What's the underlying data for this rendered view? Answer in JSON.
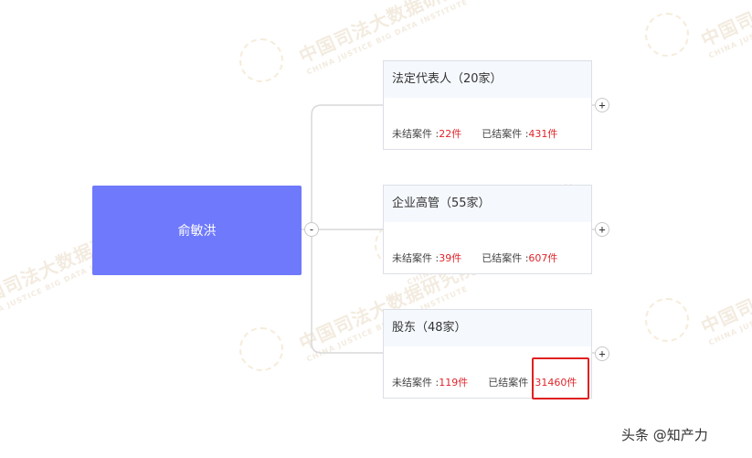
{
  "root": {
    "name": "俞敏洪",
    "toggle": "-"
  },
  "branches": [
    {
      "title": "法定代表人（20家）",
      "open_label": "未结案件 :",
      "open_value": "22件",
      "closed_label": "已结案件 :",
      "closed_value": "431件",
      "toggle": "+"
    },
    {
      "title": "企业高管（55家）",
      "open_label": "未结案件 :",
      "open_value": "39件",
      "closed_label": "已结案件 :",
      "closed_value": "607件",
      "toggle": "+"
    },
    {
      "title": "股东（48家）",
      "open_label": "未结案件 :",
      "open_value": "119件",
      "closed_label": "已结案件 :",
      "closed_value": "31460件",
      "toggle": "+"
    }
  ],
  "watermark": {
    "cn": "中国司法大数据研究院",
    "en": "CHINA JUSTICE BIG DATA INSTITUTE"
  },
  "credit": "头条 @知产力",
  "colors": {
    "root_bg": "#6f79fb",
    "value_red": "#e0252b",
    "highlight": "#e02020",
    "card_head_bg": "#f5f9fd"
  }
}
